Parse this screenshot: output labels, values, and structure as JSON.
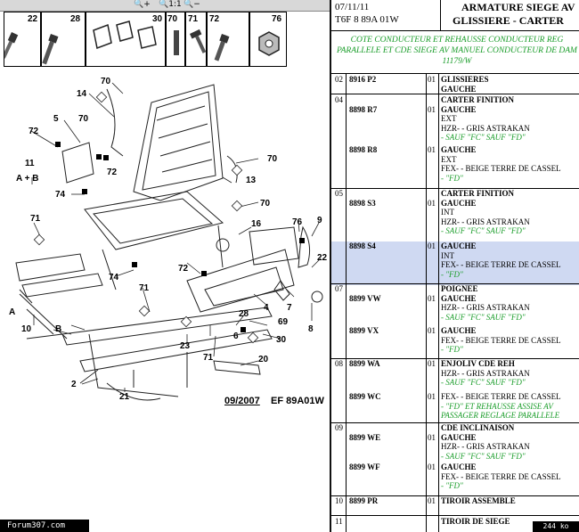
{
  "toolbar": {
    "zoom_in": "+",
    "zoom_reset": "1:1",
    "zoom_out": "−"
  },
  "diagram": {
    "icons": [
      {
        "num": "22"
      },
      {
        "num": "28"
      },
      {
        "num": "30"
      },
      {
        "num": "70"
      },
      {
        "num": "71"
      },
      {
        "num": "72"
      },
      {
        "num": "76"
      }
    ],
    "callouts": [
      "70",
      "14",
      "70",
      "5",
      "72",
      "72",
      "11",
      "A + B",
      "74",
      "70",
      "13",
      "70",
      "71",
      "16",
      "76",
      "9",
      "22",
      "8",
      "72",
      "74",
      "71",
      "10",
      "A",
      "B",
      "2",
      "4",
      "7",
      "28",
      "69",
      "30",
      "6",
      "23",
      "71",
      "20",
      "21"
    ],
    "footer_date": "09/2007",
    "footer_code": "EF 89A01W",
    "watermark": "Forum307.com"
  },
  "sheet": {
    "date": "07/11/11",
    "ref": "T6F 8 89A 01W",
    "title_line1": "ARMATURE SIEGE AV",
    "title_line2": "GLISSIERE - CARTER",
    "subtitle": "COTE CONDUCTEUR ET REHAUSSE CONDUCTEUR REG PARALLELE ET CDE SIEGE AV MANUEL CONDUCTEUR DE DAM 11179/W",
    "page_size": "244 ko",
    "rows": [
      {
        "pos": "02",
        "code": "8916 P2",
        "qty": "01",
        "lines": [
          {
            "t": "GLISSIERES",
            "s": "b"
          },
          {
            "t": "GAUCHE",
            "s": "b"
          }
        ]
      },
      {
        "pos": "04",
        "code": "8898 R7",
        "qty": "01",
        "lines": [
          {
            "t": "CARTER FINITION",
            "s": "b"
          },
          {
            "t": "GAUCHE",
            "s": "b"
          },
          {
            "t": "EXT",
            "s": ""
          },
          {
            "t": "HZR- - GRIS ASTRAKAN",
            "s": ""
          },
          {
            "t": "- SAUF \"FC\" SAUF \"FD\"",
            "s": "g"
          }
        ]
      },
      {
        "pos": "",
        "code": "8898 R8",
        "qty": "01",
        "lines": [
          {
            "t": "GAUCHE",
            "s": "b"
          },
          {
            "t": "EXT",
            "s": ""
          },
          {
            "t": "FEX- - BEIGE TERRE DE CASSEL",
            "s": ""
          },
          {
            "t": "- \"FD\"",
            "s": "g"
          }
        ]
      },
      {
        "pos": "05",
        "code": "8898 S3",
        "qty": "01",
        "lines": [
          {
            "t": "CARTER FINITION",
            "s": "b"
          },
          {
            "t": "GAUCHE",
            "s": "b"
          },
          {
            "t": "INT",
            "s": ""
          },
          {
            "t": "HZR- - GRIS ASTRAKAN",
            "s": ""
          },
          {
            "t": "- SAUF \"FC\" SAUF \"FD\"",
            "s": "g"
          }
        ]
      },
      {
        "pos": "",
        "code": "8898 S4",
        "qty": "01",
        "lines": [
          {
            "t": "GAUCHE",
            "s": "b"
          },
          {
            "t": "INT",
            "s": ""
          },
          {
            "t": "FEX- - BEIGE TERRE DE CASSEL",
            "s": ""
          },
          {
            "t": "- \"FD\"",
            "s": "g"
          }
        ]
      },
      {
        "pos": "07",
        "code": "8899 VW",
        "qty": "01",
        "lines": [
          {
            "t": "POIGNEE",
            "s": "b"
          },
          {
            "t": "GAUCHE",
            "s": "b"
          },
          {
            "t": "HZR- - GRIS ASTRAKAN",
            "s": ""
          },
          {
            "t": "- SAUF \"FC\" SAUF \"FD\"",
            "s": "g"
          }
        ]
      },
      {
        "pos": "",
        "code": "8899 VX",
        "qty": "01",
        "lines": [
          {
            "t": "GAUCHE",
            "s": "b"
          },
          {
            "t": "FEX- - BEIGE TERRE DE CASSEL",
            "s": ""
          },
          {
            "t": "- \"FD\"",
            "s": "g"
          }
        ]
      },
      {
        "pos": "08",
        "code": "8899 WA",
        "qty": "01",
        "lines": [
          {
            "t": "ENJOLIV CDE REH",
            "s": "b"
          },
          {
            "t": "HZR- - GRIS ASTRAKAN",
            "s": ""
          },
          {
            "t": "- SAUF \"FC\" SAUF \"FD\"",
            "s": "g"
          }
        ]
      },
      {
        "pos": "",
        "code": "8899 WC",
        "qty": "01",
        "lines": [
          {
            "t": "FEX- - BEIGE TERRE DE CASSEL",
            "s": ""
          },
          {
            "t": "- \"FD\" ET REHAUSSE ASSISE AV",
            "s": "g"
          },
          {
            "t": "PASSAGER REGLAGE PARALLELE",
            "s": "g"
          }
        ]
      },
      {
        "pos": "09",
        "code": "8899 WE",
        "qty": "01",
        "lines": [
          {
            "t": "CDE INCLINAISON",
            "s": "b"
          },
          {
            "t": "GAUCHE",
            "s": "b"
          },
          {
            "t": "HZR- - GRIS ASTRAKAN",
            "s": ""
          },
          {
            "t": "- SAUF \"FC\" SAUF \"FD\"",
            "s": "g"
          }
        ]
      },
      {
        "pos": "",
        "code": "8899 WF",
        "qty": "01",
        "lines": [
          {
            "t": "GAUCHE",
            "s": "b"
          },
          {
            "t": "FEX- - BEIGE TERRE DE CASSEL",
            "s": ""
          },
          {
            "t": "- \"FD\"",
            "s": "g"
          }
        ]
      },
      {
        "pos": "10",
        "code": "8899 PR",
        "qty": "01",
        "lines": [
          {
            "t": "TIROIR ASSEMBLE",
            "s": "b"
          }
        ]
      },
      {
        "pos": "11",
        "code": "",
        "qty": "",
        "lines": [
          {
            "t": "TIROIR DE SIEGE",
            "s": "b"
          }
        ]
      }
    ]
  }
}
